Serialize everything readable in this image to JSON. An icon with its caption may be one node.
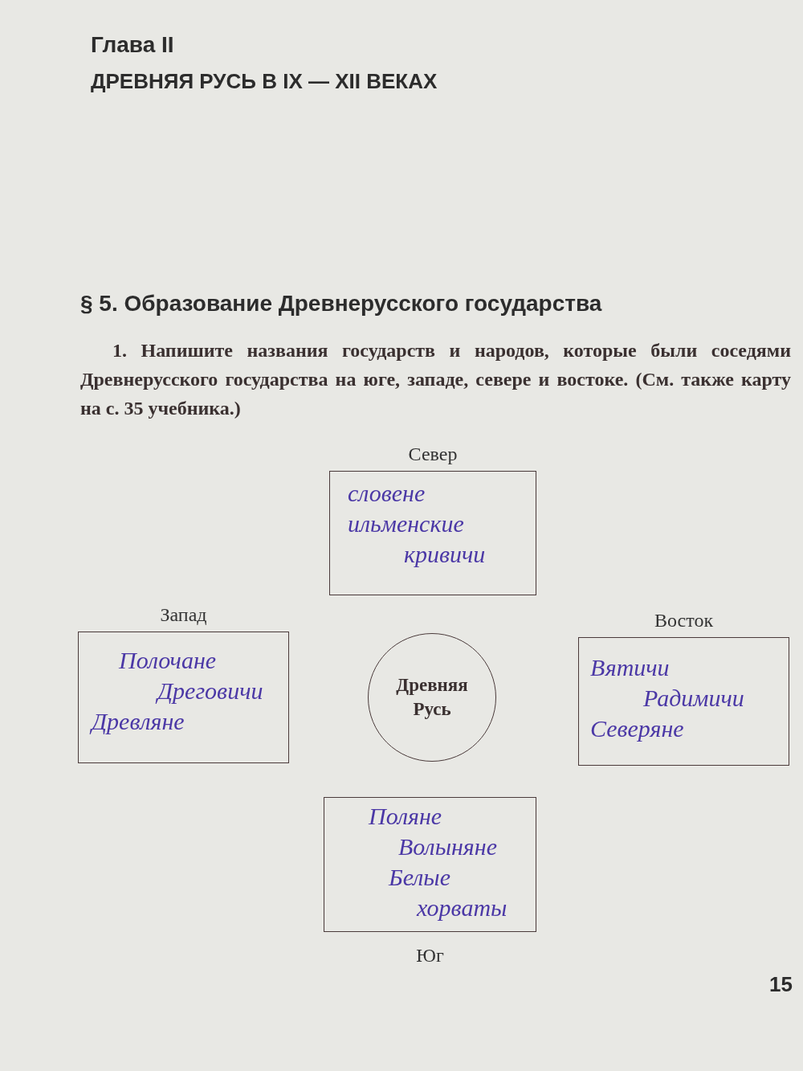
{
  "diagram": {
    "title": "§ 5. Образование Древнерусского государства",
    "nodes": [
      {
        "text": [
          "Север",
          "словене ильменские",
          "кривичи"
        ]
      },
      {
        "text": [
          "Запад",
          "Полочане",
          "Дреговичи",
          "Древляне"
        ]
      },
      {
        "text": [
          "Древняя Русь"
        ]
      },
      {
        "text": [
          "Восток",
          "Вятичи",
          "Радимичи",
          "Северяне"
        ]
      },
      {
        "text": [
          "Поляне",
          "Волыняне",
          "Белые хорваты",
          "Юг"
        ]
      }
    ],
    "labels": [
      "Глава II",
      "ДРЕВНЯЯ РУСЬ В IX — XII ВЕКАХ",
      "1. Напишите названия государств и народов, которые были соседями Древнерусского государства на юге, западе, севере и востоке. (См. также карту на с. 35 учебника.)",
      "15"
    ]
  }
}
